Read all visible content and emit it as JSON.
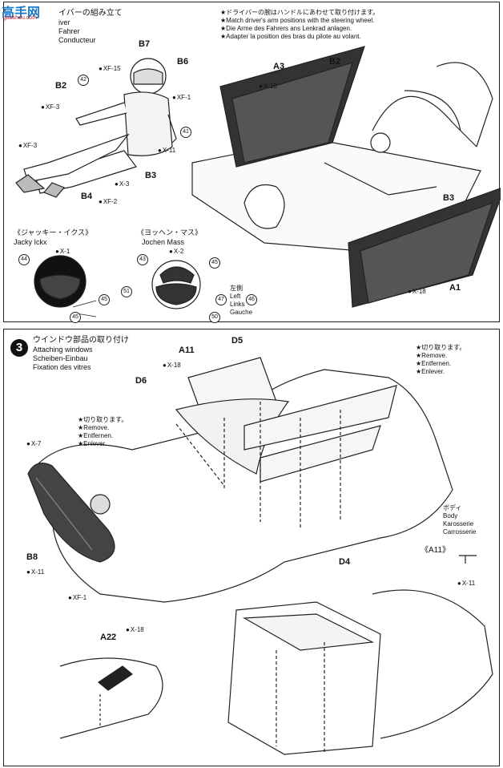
{
  "logo": {
    "brand_text": "高手网",
    "url_text": "gaoshou.com"
  },
  "top": {
    "step_title_jp": "イバーの組み立て",
    "step_en_partial": "iver",
    "step_de": "Fahrer",
    "step_fr": "Conducteur",
    "notes": [
      "★ドライバーの腕はハンドルにあわせて取り付けます。",
      "★Match driver's arm positions with the steering wheel.",
      "★Die Arme des Fahrers ans Lenkrad anlagen.",
      "★Adapter la position des bras du pilote au volant."
    ],
    "labels": {
      "B7": "B7",
      "B6": "B6",
      "B2a": "B2",
      "B3a": "B3",
      "B4": "B4",
      "A3": "A3",
      "B2b": "B2",
      "B3b": "B3",
      "A1": "A1"
    },
    "parts": {
      "xf15": "XF-15",
      "xf3a": "XF-3",
      "xf3b": "XF-3",
      "xf1": "XF-1",
      "x11": "X-11",
      "x3": "X-3",
      "xf2": "XF-2",
      "x18a": "X-18",
      "x18b": "X-18"
    },
    "nums": {
      "n42": "42",
      "n41": "41",
      "n44": "44",
      "n45a": "45",
      "n45b": "45",
      "n43": "43",
      "n45c": "45",
      "n51": "51",
      "n47": "47",
      "n46": "46",
      "n50": "50"
    },
    "helmet1": {
      "jp": "《ジャッキー・イクス》",
      "en": "Jacky Ickx",
      "part": "X-1"
    },
    "helmet2": {
      "jp": "《ヨッヘン・マス》",
      "en": "Jochen Mass",
      "part": "X-2"
    },
    "left_side": {
      "jp": "左側",
      "en": "Left",
      "de": "Links",
      "fr": "Gauche"
    }
  },
  "bottom": {
    "step_number": "3",
    "title_jp": "ウインドウ部品の取り付け",
    "title_en": "Attaching windows",
    "title_de": "Scheiben-Einbau",
    "title_fr": "Fixation des vitres",
    "labels": {
      "A11": "A11",
      "D5": "D5",
      "D6": "D6",
      "B8": "B8",
      "D4": "D4",
      "A22": "A22",
      "A11_detail": "《A11》"
    },
    "parts": {
      "x18a": "X-18",
      "x7": "X-7",
      "x11a": "X-11",
      "xf1": "XF-1",
      "x18b": "X-18",
      "x11b": "X-11"
    },
    "remove_right": [
      "★切り取ります。",
      "★Remove.",
      "★Entfernen.",
      "★Enlever."
    ],
    "remove_left": [
      "★切り取ります。",
      "★Remove.",
      "★Entfernen.",
      "★Enlever."
    ],
    "body": [
      "ボディ",
      "Body",
      "Karosserie",
      "Carrosserie"
    ]
  }
}
